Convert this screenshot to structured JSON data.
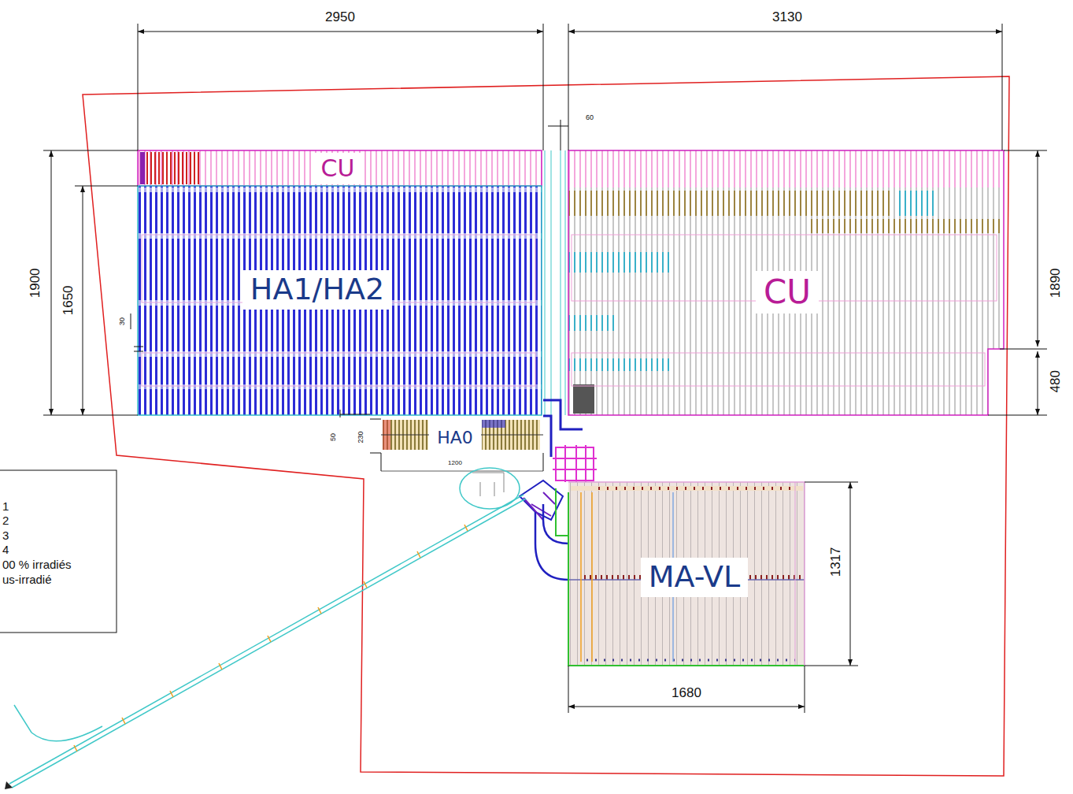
{
  "diagram": {
    "nodes": [
      {
        "text": [
          "CU"
        ]
      },
      {
        "text": [
          "HA1/HA2"
        ]
      },
      {
        "text": [
          "CU"
        ]
      },
      {
        "text": [
          "HA0"
        ]
      },
      {
        "text": [
          "MA-VL"
        ]
      }
    ],
    "labels": [
      "2950",
      "3130",
      "60",
      "1900",
      "1650",
      "30",
      "1890",
      "480",
      "50",
      "230",
      "1200",
      "1317",
      "1680"
    ],
    "legend": [
      {
        "text": "1"
      },
      {
        "text": "2"
      },
      {
        "text": "3"
      },
      {
        "text": "4"
      },
      {
        "text": "00 % irradiés"
      },
      {
        "text": "us-irradié"
      }
    ]
  }
}
